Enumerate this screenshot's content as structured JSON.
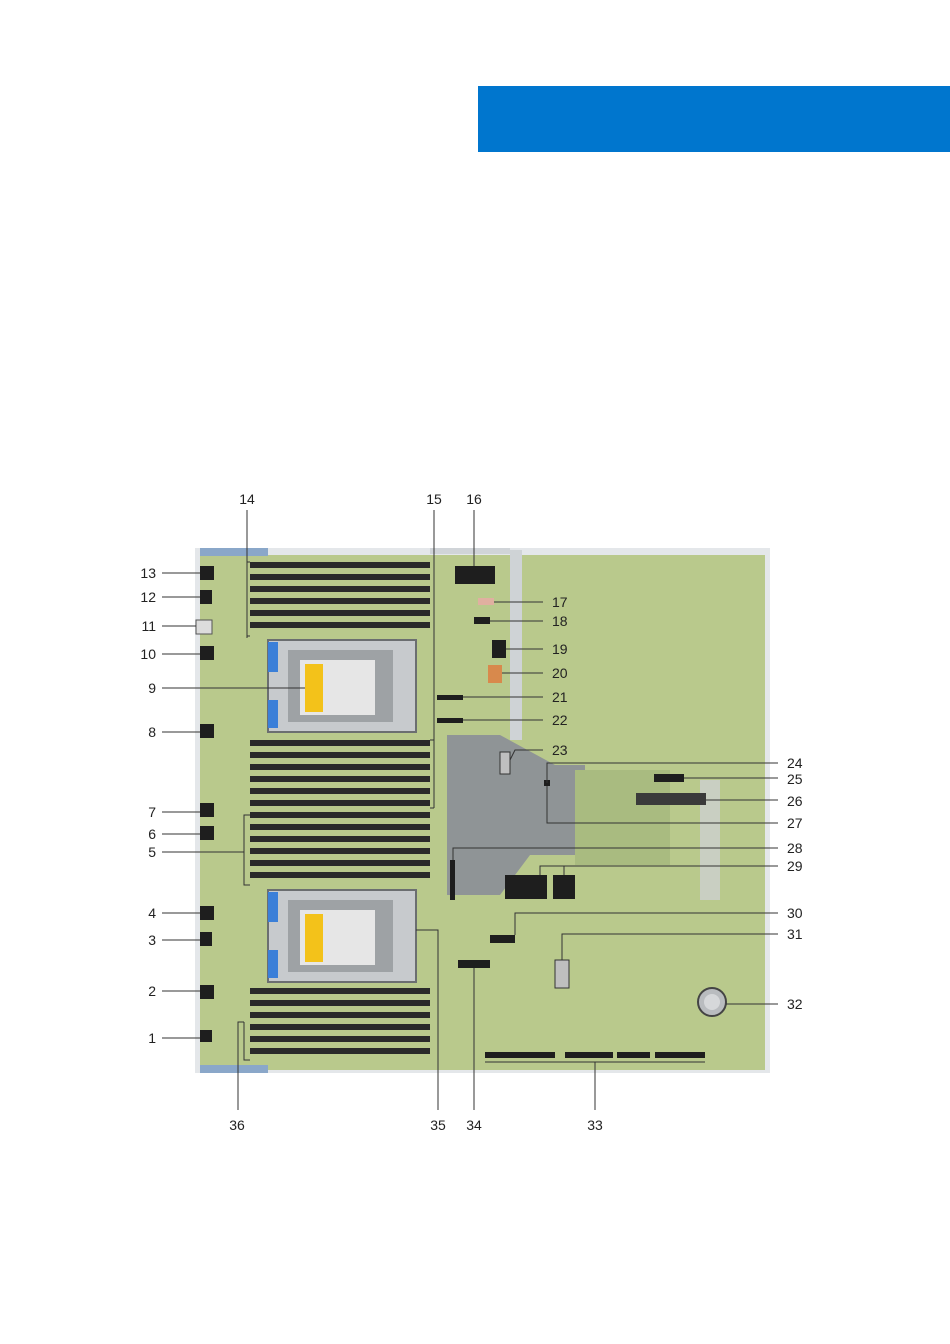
{
  "colors": {
    "banner": "#0076ce",
    "board_green": "#b7c98a",
    "board_tray": "#d9dde2",
    "dimm": "#2a2a2a",
    "cpu_metal": "#c9ccd0",
    "caution_label": "#f3c21a",
    "latch_blue": "#3b7fd8"
  },
  "figure": {
    "icons": {
      "cpu1": "cpu-socket-icon",
      "cpu2": "cpu-socket-icon",
      "battery": "coin-cell-battery-icon"
    }
  },
  "callouts": [
    "1",
    "2",
    "3",
    "4",
    "5",
    "6",
    "7",
    "8",
    "9",
    "10",
    "11",
    "12",
    "13",
    "14",
    "15",
    "16",
    "17",
    "18",
    "19",
    "20",
    "21",
    "22",
    "23",
    "24",
    "25",
    "26",
    "27",
    "28",
    "29",
    "30",
    "31",
    "32",
    "33",
    "34",
    "35",
    "36"
  ]
}
